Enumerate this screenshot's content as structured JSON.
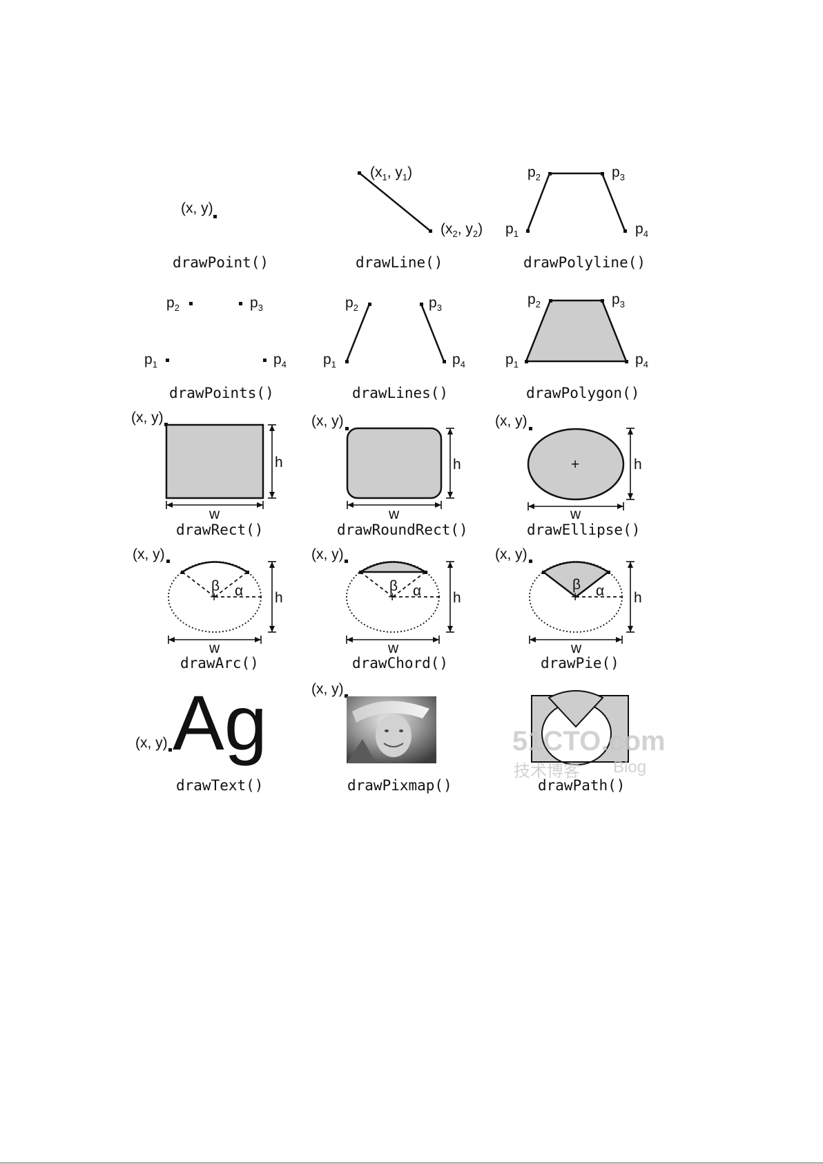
{
  "captions": {
    "drawPoint": "drawPoint()",
    "drawLine": "drawLine()",
    "drawPolyline": "drawPolyline()",
    "drawPoints": "drawPoints()",
    "drawLines": "drawLines()",
    "drawPolygon": "drawPolygon()",
    "drawRect": "drawRect()",
    "drawRoundRect": "drawRoundRect()",
    "drawEllipse": "drawEllipse()",
    "drawArc": "drawArc()",
    "drawChord": "drawChord()",
    "drawPie": "drawPie()",
    "drawText": "drawText()",
    "drawPixmap": "drawPixmap()",
    "drawPath": "drawPath()"
  },
  "labels": {
    "xy": "(x, y)",
    "x1": "(x",
    "y1": ", y",
    "close": ")",
    "p": "p",
    "one": "1",
    "two": "2",
    "three": "3",
    "four": "4",
    "w": "w",
    "h": "h",
    "beta": "β",
    "alpha": "α",
    "plus": "+",
    "text_sample": "Ag"
  },
  "watermark": {
    "main": "51CTO.com",
    "sub": "技术博客",
    "blog": "Blog"
  },
  "colors": {
    "fill": "#cdcdcd",
    "ink": "#111111",
    "watermark": "#c8c8c8"
  }
}
